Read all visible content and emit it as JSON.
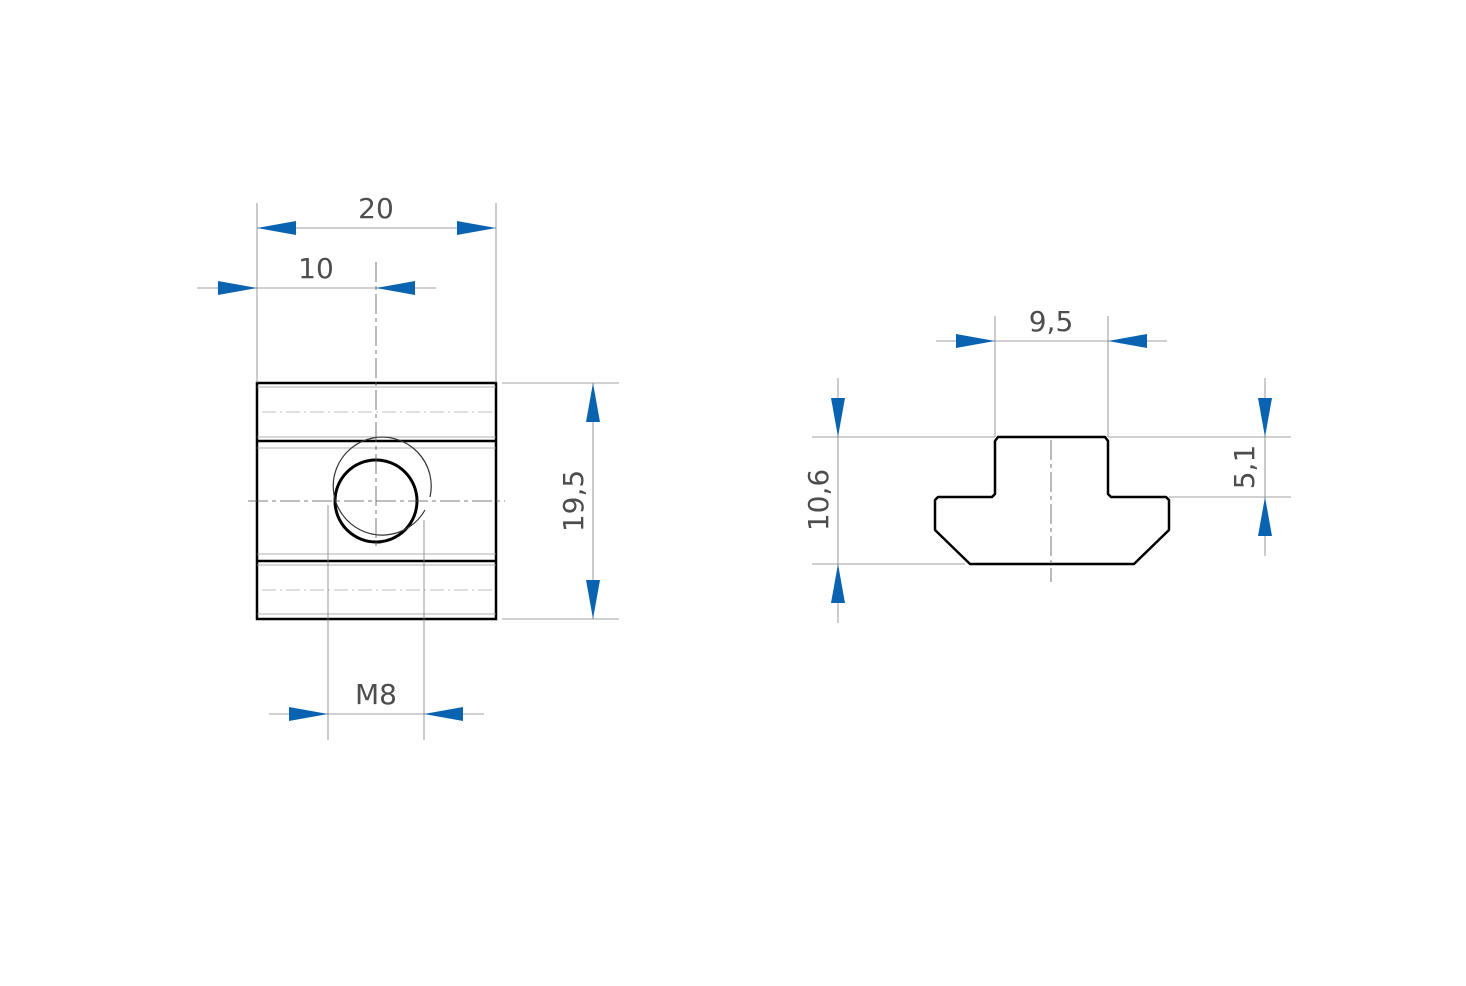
{
  "colors": {
    "outline": "#000000",
    "dimension_line": "#808080",
    "arrow": "#0a63b0",
    "text": "#4d4d4d",
    "background": "#ffffff"
  },
  "front_view": {
    "width_label": "20",
    "center_label": "10",
    "height_label": "19,5",
    "thread_label": "M8"
  },
  "side_view": {
    "neck_width_label": "9,5",
    "total_height_label": "10,6",
    "neck_height_label": "5,1"
  }
}
